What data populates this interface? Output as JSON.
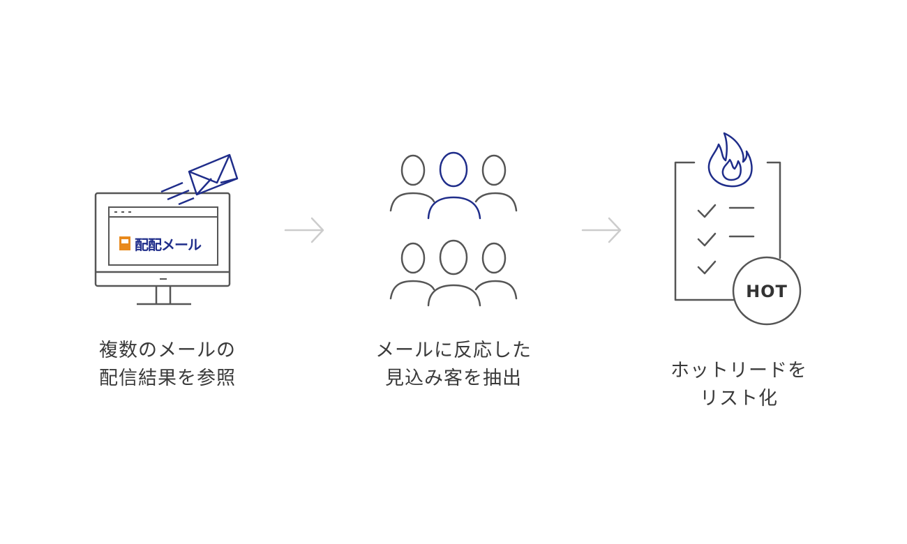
{
  "steps": [
    {
      "line1": "複数のメールの",
      "line2": "配信結果を参照",
      "brand": "配配メール"
    },
    {
      "line1": "メールに反応した",
      "line2": "見込み客を抽出"
    },
    {
      "line1": "ホットリードを",
      "line2": "リスト化",
      "badge": "HOT"
    }
  ],
  "colors": {
    "line": "#555555",
    "accent": "#1f2d8a",
    "arrow": "#cccccc",
    "text": "#3a3a3a",
    "logo": "#e8891c"
  },
  "icons": [
    "monitor-icon",
    "envelope-icon",
    "arrow-right-icon",
    "people-group-icon",
    "checklist-icon",
    "flame-icon"
  ]
}
